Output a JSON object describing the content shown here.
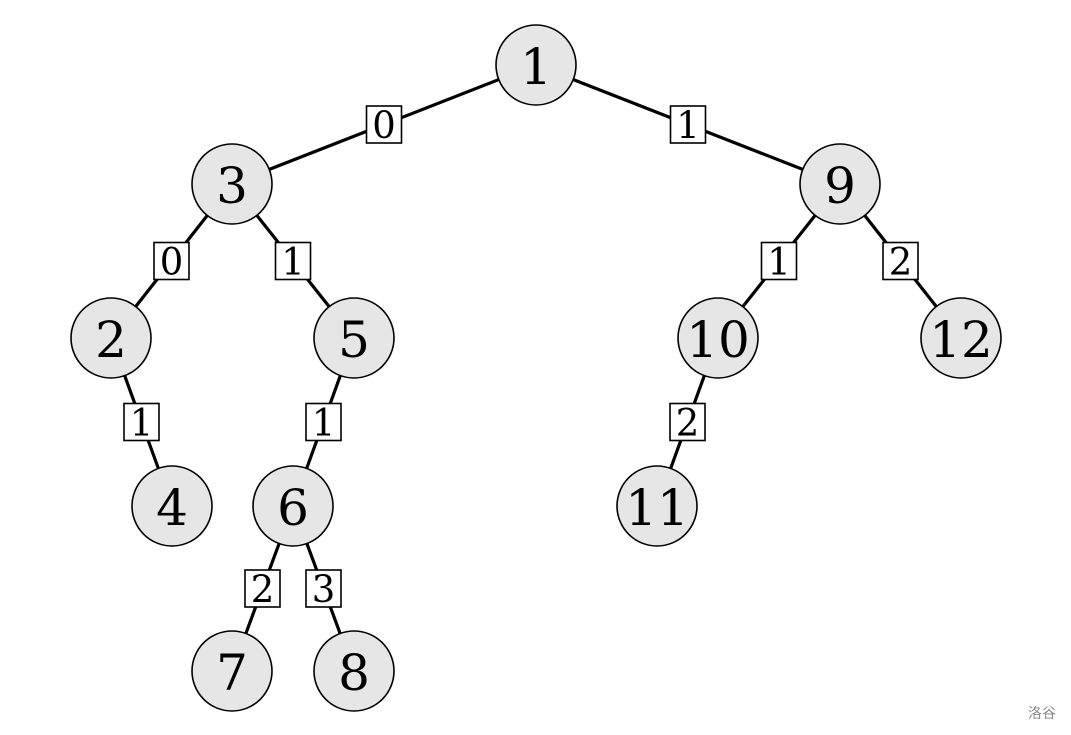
{
  "tree": {
    "nodes": [
      {
        "id": "1",
        "label": "1"
      },
      {
        "id": "3",
        "label": "3"
      },
      {
        "id": "9",
        "label": "9"
      },
      {
        "id": "2",
        "label": "2"
      },
      {
        "id": "5",
        "label": "5"
      },
      {
        "id": "10",
        "label": "10"
      },
      {
        "id": "12",
        "label": "12"
      },
      {
        "id": "4",
        "label": "4"
      },
      {
        "id": "6",
        "label": "6"
      },
      {
        "id": "11",
        "label": "11"
      },
      {
        "id": "7",
        "label": "7"
      },
      {
        "id": "8",
        "label": "8"
      }
    ],
    "edges": [
      {
        "from": "1",
        "to": "3",
        "weight": "0"
      },
      {
        "from": "1",
        "to": "9",
        "weight": "1"
      },
      {
        "from": "3",
        "to": "2",
        "weight": "0"
      },
      {
        "from": "3",
        "to": "5",
        "weight": "1"
      },
      {
        "from": "9",
        "to": "10",
        "weight": "1"
      },
      {
        "from": "9",
        "to": "12",
        "weight": "2"
      },
      {
        "from": "2",
        "to": "4",
        "weight": "1"
      },
      {
        "from": "5",
        "to": "6",
        "weight": "1"
      },
      {
        "from": "10",
        "to": "11",
        "weight": "2"
      },
      {
        "from": "6",
        "to": "7",
        "weight": "2"
      },
      {
        "from": "6",
        "to": "8",
        "weight": "3"
      }
    ]
  },
  "colors": {
    "node_fill": "#e6e6e6",
    "stroke": "#000000",
    "label_box": "#ffffff"
  },
  "watermark": "洛谷"
}
